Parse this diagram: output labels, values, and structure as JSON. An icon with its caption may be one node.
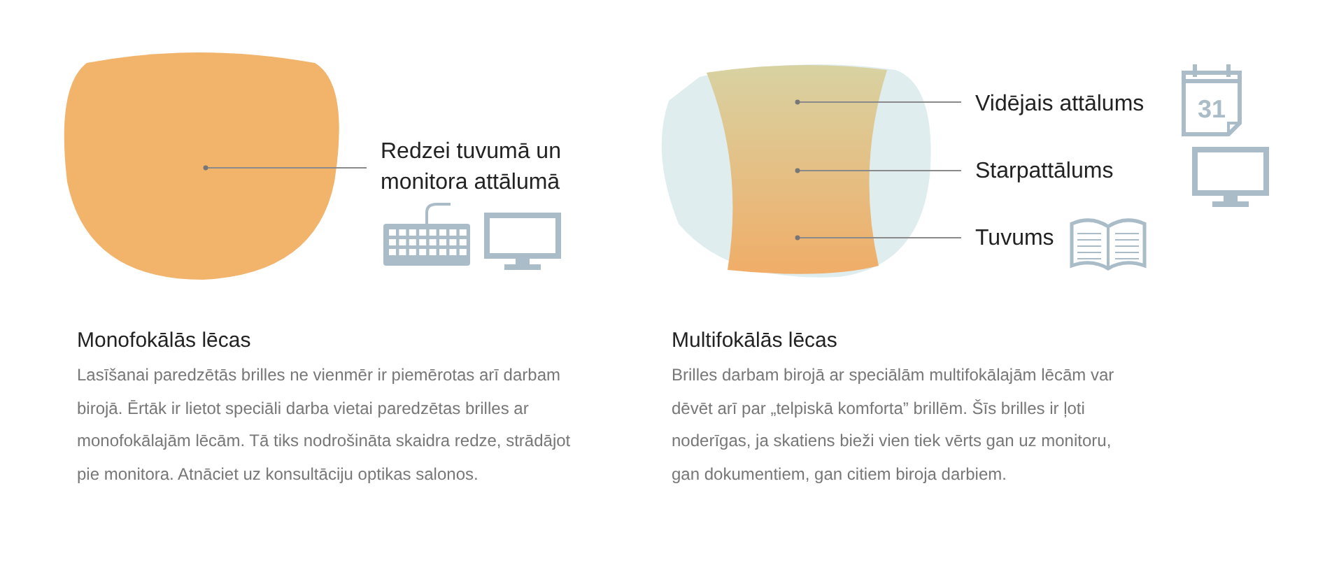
{
  "diagram": {
    "nodes": [
      {
        "text": [],
        "shape": "lens"
      },
      {
        "text": [
          "Redzei tuvumā un monitora attālumā"
        ]
      },
      {
        "text": [],
        "shape": "lens"
      },
      {
        "text": [
          "Vidējais attālums"
        ]
      },
      {
        "text": [
          "Starpattālums"
        ]
      },
      {
        "text": [
          "Tuvums"
        ]
      }
    ],
    "edges": [
      {
        "from": 1,
        "to": 0,
        "arrow": "other"
      },
      {
        "from": 3,
        "to": 2,
        "arrow": "other"
      },
      {
        "from": 4,
        "to": 2,
        "arrow": "other"
      },
      {
        "from": 5,
        "to": 2,
        "arrow": "other"
      }
    ],
    "labels": [
      "31",
      "Monofokālās lēcas",
      "Lasīšanai paredzētās brilles ne vienmēr ir piemērotas arī darbam birojā. Ērtāk ir lietot speciāli darba vietai paredzētas brilles ar monofokālajām lēcām. Tā tiks nodrošināta skaidra redze, strādājot pie monitora. Atnāciet uz konsultāciju optikas salonos.",
      "Multifokālās lēcas",
      "Brilles darbam birojā ar speciālām multifokālajām lēcām var dēvēt arī par „telpiskā komforta” brillēm. Šīs brilles ir ļoti noderīgas, ja skatiens bieži vien tiek vērts gan uz monitoru, gan dokumentiem, gan citiem biroja darbiem."
    ]
  }
}
